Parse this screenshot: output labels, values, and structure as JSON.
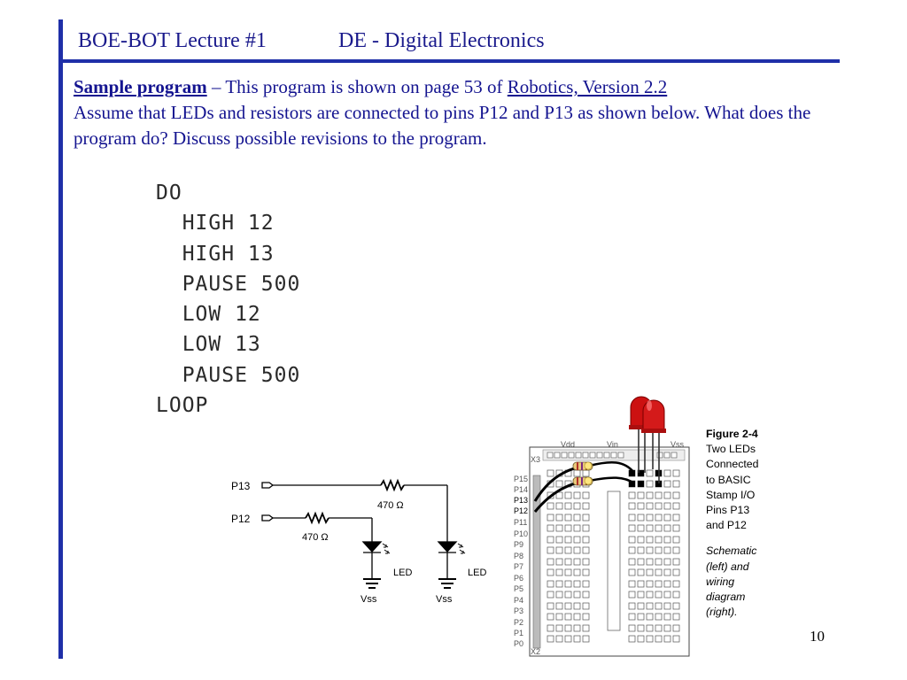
{
  "header": {
    "lecture": "BOE-BOT Lecture #1",
    "course": "DE - Digital Electronics"
  },
  "intro": {
    "sample_label": "Sample program",
    "line1_text": " – This program is shown on page 53 of ",
    "book_link": "Robotics, Version 2.2",
    "line2": "Assume that LEDs and resistors are connected to pins P12 and P13 as shown below.  What does the program do? Discuss possible revisions to the program."
  },
  "code": [
    "DO",
    "  HIGH 12",
    "  HIGH 13",
    "  PAUSE 500",
    "  LOW 12",
    "  LOW 13",
    "  PAUSE 500",
    "LOOP"
  ],
  "schematic": {
    "pin_p13": "P13",
    "pin_p12": "P12",
    "res_top": "470 Ω",
    "res_bottom": "470 Ω",
    "led_left": "LED",
    "led_right": "LED",
    "vss_left": "Vss",
    "vss_right": "Vss"
  },
  "wiring": {
    "header_labels": [
      "Vdd",
      "Vin",
      "Vss"
    ],
    "x3": "X3",
    "x2": "X2",
    "pins": [
      "P15",
      "P14",
      "P13",
      "P12",
      "P11",
      "P10",
      "P9",
      "P8",
      "P7",
      "P6",
      "P5",
      "P4",
      "P3",
      "P2",
      "P1",
      "P0"
    ]
  },
  "figure": {
    "title": "Figure 2-4",
    "caption": "Two LEDs\nConnected\nto BASIC\nStamp I/O\nPins P13\nand P12",
    "note": "Schematic\n(left) and\nwiring\ndiagram\n(right)."
  },
  "slide_number": "10",
  "colors": {
    "accent": "#1f2fa8",
    "text": "#141490",
    "led": "#cc1111"
  }
}
